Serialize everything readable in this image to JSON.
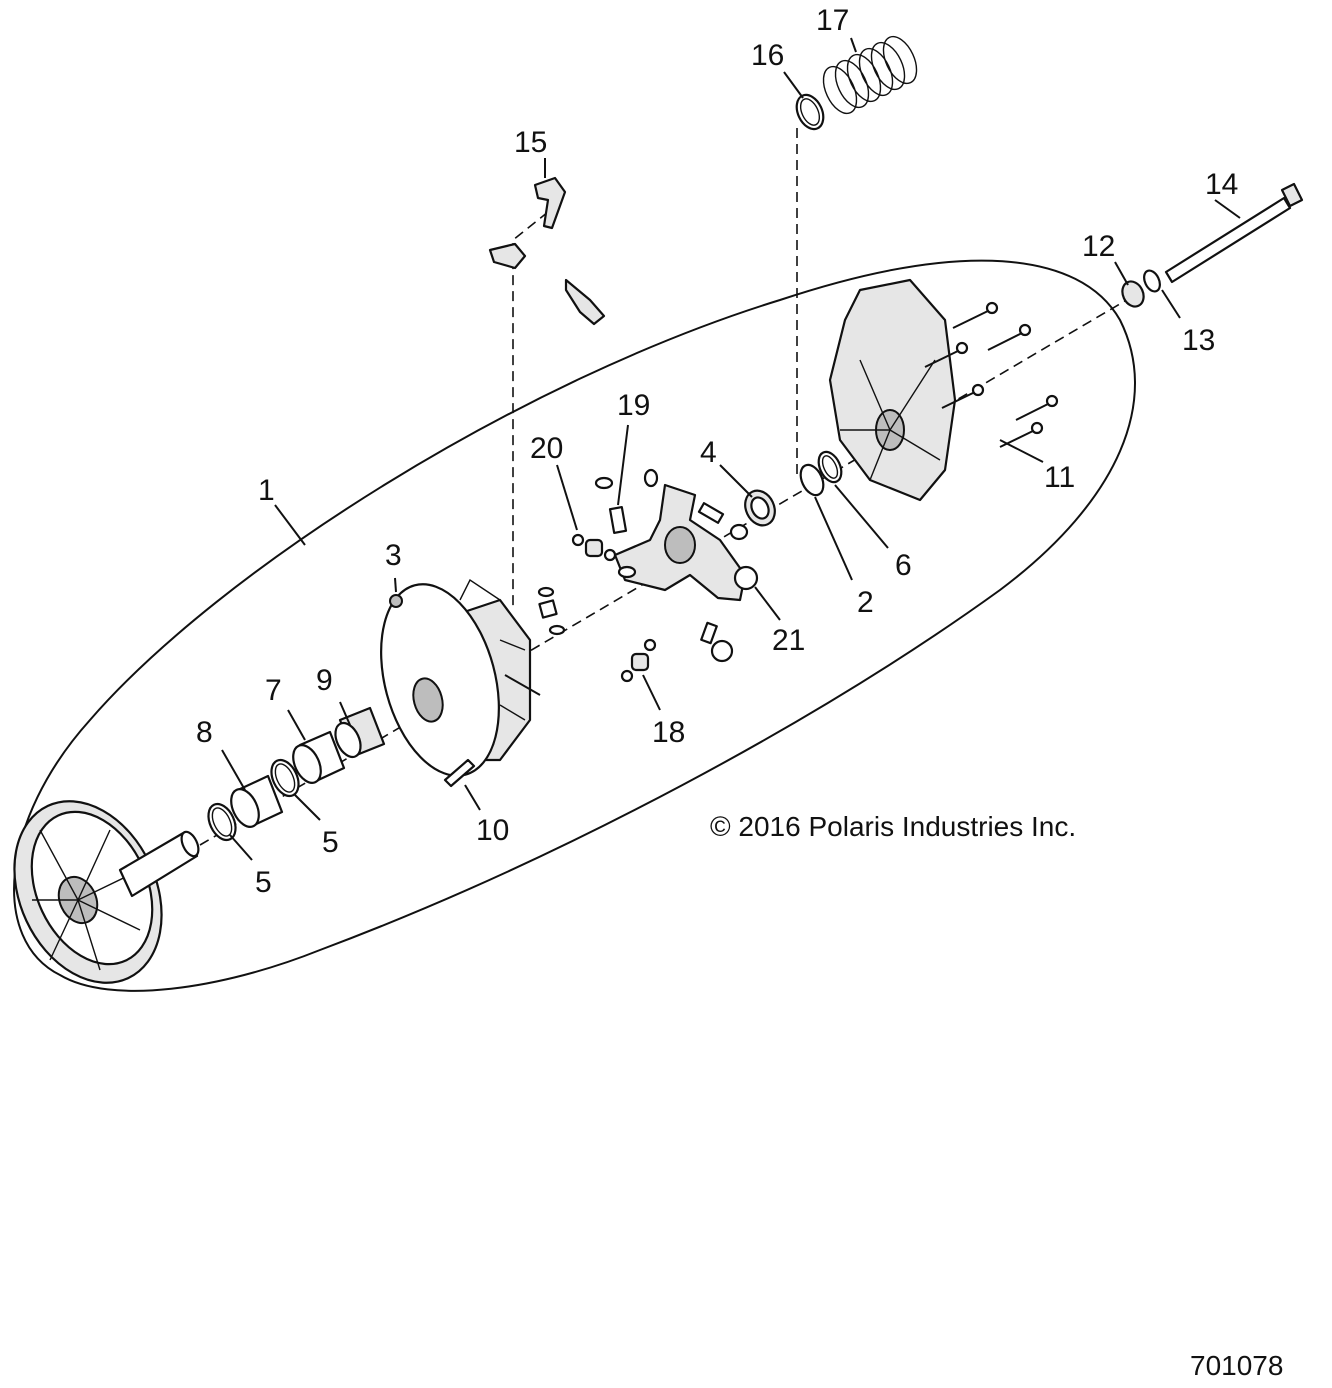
{
  "diagram": {
    "copyright": "© 2016 Polaris Industries Inc.",
    "figure_number": "701078",
    "callouts": [
      {
        "id": "c1",
        "text": "1"
      },
      {
        "id": "c2",
        "text": "2"
      },
      {
        "id": "c3",
        "text": "3"
      },
      {
        "id": "c4",
        "text": "4"
      },
      {
        "id": "c5a",
        "text": "5"
      },
      {
        "id": "c5b",
        "text": "5"
      },
      {
        "id": "c6",
        "text": "6"
      },
      {
        "id": "c7",
        "text": "7"
      },
      {
        "id": "c8",
        "text": "8"
      },
      {
        "id": "c9",
        "text": "9"
      },
      {
        "id": "c10",
        "text": "10"
      },
      {
        "id": "c11",
        "text": "11"
      },
      {
        "id": "c12",
        "text": "12"
      },
      {
        "id": "c13",
        "text": "13"
      },
      {
        "id": "c14",
        "text": "14"
      },
      {
        "id": "c15",
        "text": "15"
      },
      {
        "id": "c16",
        "text": "16"
      },
      {
        "id": "c17",
        "text": "17"
      },
      {
        "id": "c18",
        "text": "18"
      },
      {
        "id": "c19",
        "text": "19"
      },
      {
        "id": "c20",
        "text": "20"
      },
      {
        "id": "c21",
        "text": "21"
      }
    ]
  }
}
